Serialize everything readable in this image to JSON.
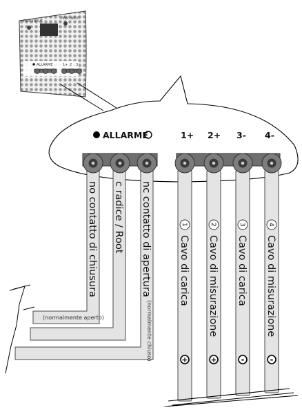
{
  "terminals": {
    "alarm_label": "ALLARME",
    "channels": [
      "1+",
      "2+",
      "3-",
      "4-"
    ]
  },
  "device": {
    "top_label_left": "PWR INPUT",
    "top_label_right": "PWR INPUT",
    "alarm_label": "ALLARME",
    "channels": [
      "1+",
      "2",
      "3",
      "4"
    ]
  },
  "alarm_cables": [
    {
      "label": "no contatto di chiusura",
      "note": "(normalmente aperto)"
    },
    {
      "label": "c radice / Root",
      "note": ""
    },
    {
      "label": "nc contatto di apertura",
      "note": "(normalmente chiuso)"
    }
  ],
  "measure_cables": [
    {
      "number": "1",
      "label": "Cavo di carica",
      "polarity": "+"
    },
    {
      "number": "2",
      "label": "Cavo di misurazione",
      "polarity": "+"
    },
    {
      "number": "3",
      "label": "Cavo di carica",
      "polarity": "-"
    },
    {
      "number": "4",
      "label": "Cavo di misurazione",
      "polarity": "-"
    }
  ],
  "colors": {
    "cable_fill": "#e4e4e4",
    "cable_stroke": "#4a4a4a",
    "terminal_body": "#7d7d7d",
    "terminal_dark": "#3a3a3a",
    "line": "#000000"
  }
}
